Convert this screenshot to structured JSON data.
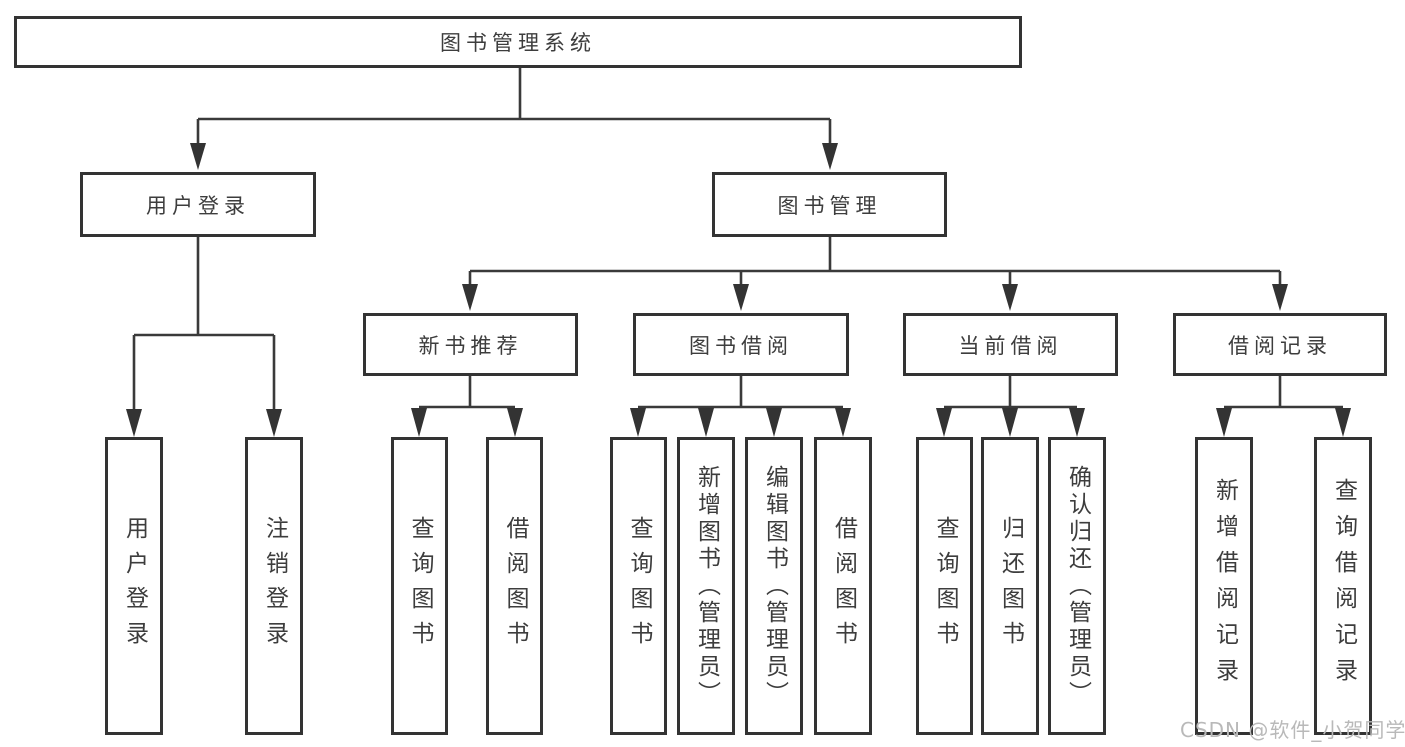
{
  "tree": {
    "root": "图书管理系统",
    "branches": [
      {
        "name": "user-login",
        "label": "用户登录",
        "children": [
          "用户登录",
          "注销登录"
        ]
      },
      {
        "name": "book-management",
        "label": "图书管理",
        "sections": [
          {
            "name": "new-book-recommendation",
            "label": "新书推荐",
            "children": [
              "查询图书",
              "借阅图书"
            ]
          },
          {
            "name": "book-borrowing",
            "label": "图书借阅",
            "children": [
              "查询图书",
              "新增图书（管理员）",
              "编辑图书（管理员）",
              "借阅图书"
            ]
          },
          {
            "name": "current-borrowing",
            "label": "当前借阅",
            "children": [
              "查询图书",
              "归还图书",
              "确认归还（管理员）"
            ]
          },
          {
            "name": "borrowing-records",
            "label": "借阅记录",
            "children": [
              "新增借阅记录",
              "查询借阅记录"
            ]
          }
        ]
      }
    ]
  },
  "watermark": "CSDN @软件_小贺同学"
}
